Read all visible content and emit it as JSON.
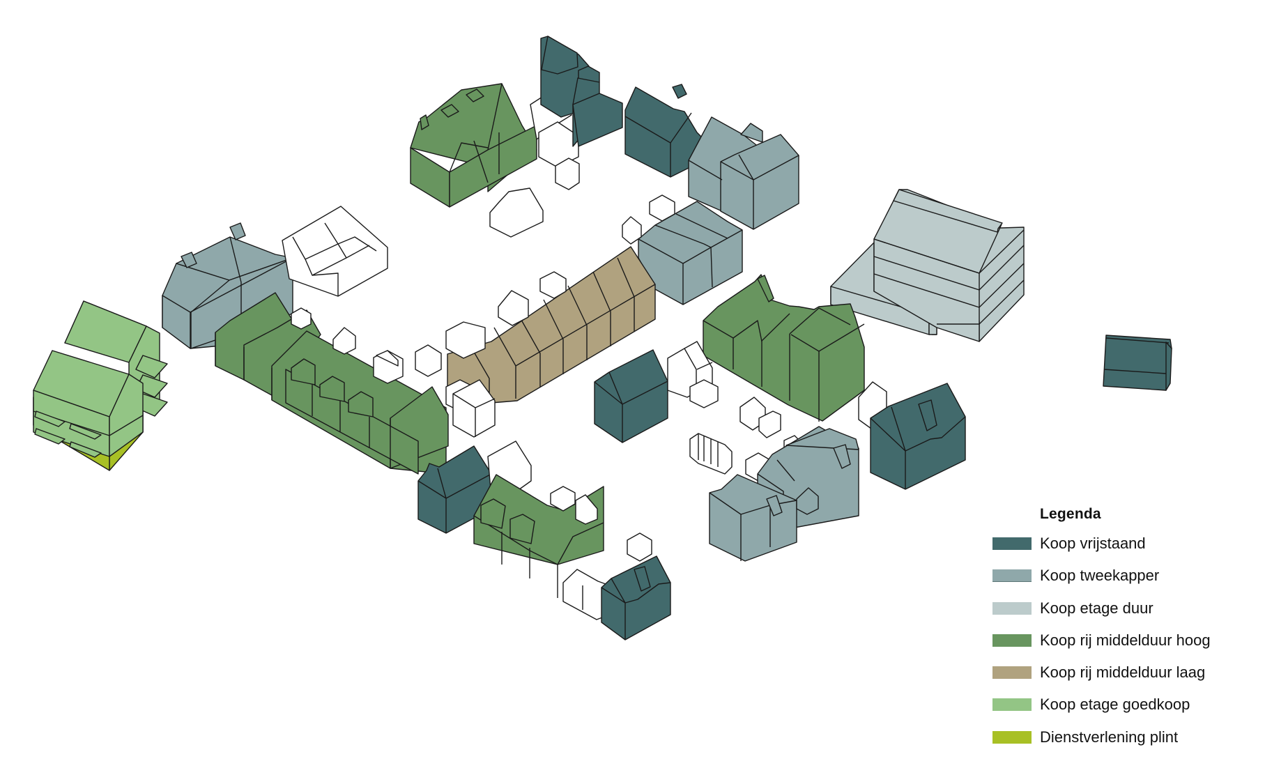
{
  "legend": {
    "title": "Legenda",
    "items": [
      {
        "label": "Koop vrijstaand",
        "color": "#426a6c"
      },
      {
        "label": "Koop tweekapper",
        "color": "#8fa8aa"
      },
      {
        "label": "Koop etage duur",
        "color": "#bccbcb"
      },
      {
        "label": "Koop rij middelduur hoog",
        "color": "#68955f"
      },
      {
        "label": "Koop rij middelduur laag",
        "color": "#b0a27f"
      },
      {
        "label": "Koop etage goedkoop",
        "color": "#93c585"
      },
      {
        "label": "Dienstverlening plint",
        "color": "#a8c025"
      }
    ]
  },
  "colors": {
    "vrijstaand": "#426a6c",
    "tweekapper": "#8fa8aa",
    "etage_duur": "#bccbcb",
    "rij_hoog": "#68955f",
    "rij_laag": "#b0a27f",
    "etage_goedkoop": "#93c585",
    "plint": "#a8c025",
    "outbuilding": "#ffffff",
    "outline": "#1a1a1a"
  }
}
